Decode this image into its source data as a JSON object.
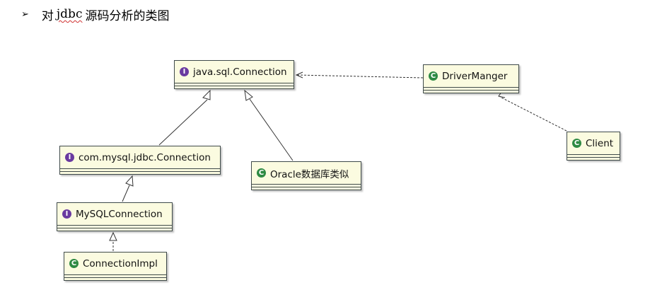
{
  "heading": {
    "bullet": "➢",
    "prefix": "对",
    "keyword": "jdbc",
    "suffix": "源码分析的类图"
  },
  "diagram": {
    "nodes": [
      {
        "id": "java_sql_connection",
        "label": "java.sql.Connection",
        "kind": "interface",
        "badge": "I"
      },
      {
        "id": "driver_manger",
        "label": "DriverManger",
        "kind": "class",
        "badge": "C"
      },
      {
        "id": "client",
        "label": "Client",
        "kind": "class",
        "badge": "C"
      },
      {
        "id": "mysql_jdbc_connection",
        "label": "com.mysql.jdbc.Connection",
        "kind": "interface",
        "badge": "I"
      },
      {
        "id": "oracle_similar",
        "label": "Oracle数据库类似",
        "kind": "class",
        "badge": "C"
      },
      {
        "id": "mysql_connection",
        "label": "MySQLConnection",
        "kind": "interface",
        "badge": "I"
      },
      {
        "id": "connection_impl",
        "label": "ConnectionImpl",
        "kind": "class",
        "badge": "C"
      }
    ],
    "edges": [
      {
        "from": "driver_manger",
        "to": "java_sql_connection",
        "type": "dependency"
      },
      {
        "from": "client",
        "to": "driver_manger",
        "type": "dependency"
      },
      {
        "from": "mysql_jdbc_connection",
        "to": "java_sql_connection",
        "type": "generalization"
      },
      {
        "from": "oracle_similar",
        "to": "java_sql_connection",
        "type": "generalization"
      },
      {
        "from": "mysql_connection",
        "to": "mysql_jdbc_connection",
        "type": "generalization"
      },
      {
        "from": "connection_impl",
        "to": "mysql_connection",
        "type": "realization"
      }
    ]
  }
}
